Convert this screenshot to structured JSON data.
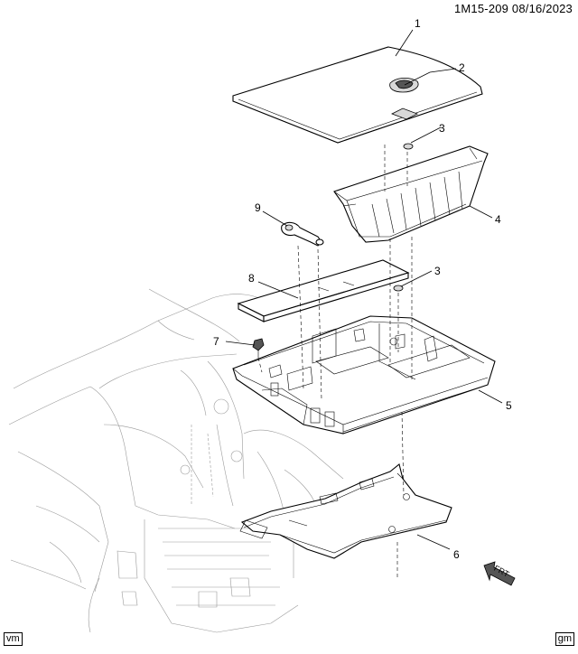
{
  "header": {
    "code": "1M15-209",
    "date": "08/16/2023"
  },
  "corners": {
    "left": "vm",
    "right": "gm"
  },
  "orientation": {
    "label": "FRT"
  },
  "callouts": [
    "1",
    "2",
    "3",
    "4",
    "3",
    "5",
    "6",
    "7",
    "8",
    "9"
  ]
}
